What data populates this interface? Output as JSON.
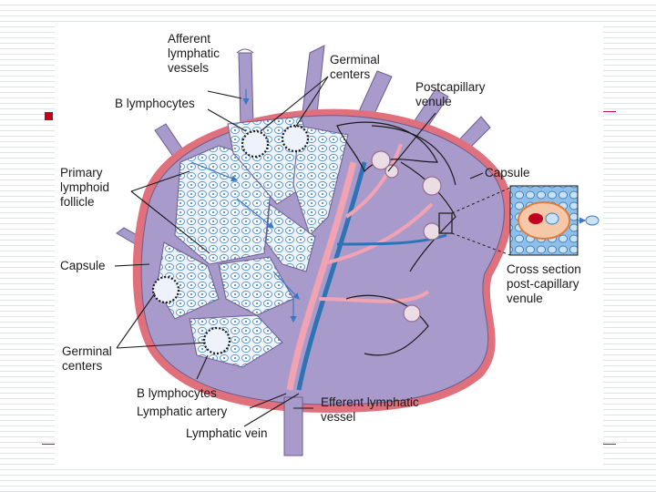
{
  "labels": {
    "afferent": [
      "Afferent",
      "lymphatic",
      "vessels"
    ],
    "germinal_top": [
      "Germinal",
      "centers"
    ],
    "postcapillary": [
      "Postcapillary",
      "venule"
    ],
    "b_lymph_top": "B lymphocytes",
    "primary_follicle": [
      "Primary",
      "lymphoid",
      "follicle"
    ],
    "capsule_right": "Capsule",
    "capsule_left": "Capsule",
    "cross_section": [
      "Cross section",
      "post-capillary",
      "venule"
    ],
    "germinal_bottom": [
      "Germinal",
      "centers"
    ],
    "b_lymph_bottom": "B lymphocytes",
    "lymph_artery": "Lymphatic artery",
    "lymph_vein": "Lymphatic vein",
    "efferent": [
      "Efferent lymphatic",
      "vessel"
    ]
  },
  "colors": {
    "node_fill": "#a89bcb",
    "capsule": "#e1707d",
    "artery": "#f2a3b1",
    "vein": "#2e74b5",
    "cortex": "#eef2fb",
    "accent_red": "#c4001f"
  }
}
